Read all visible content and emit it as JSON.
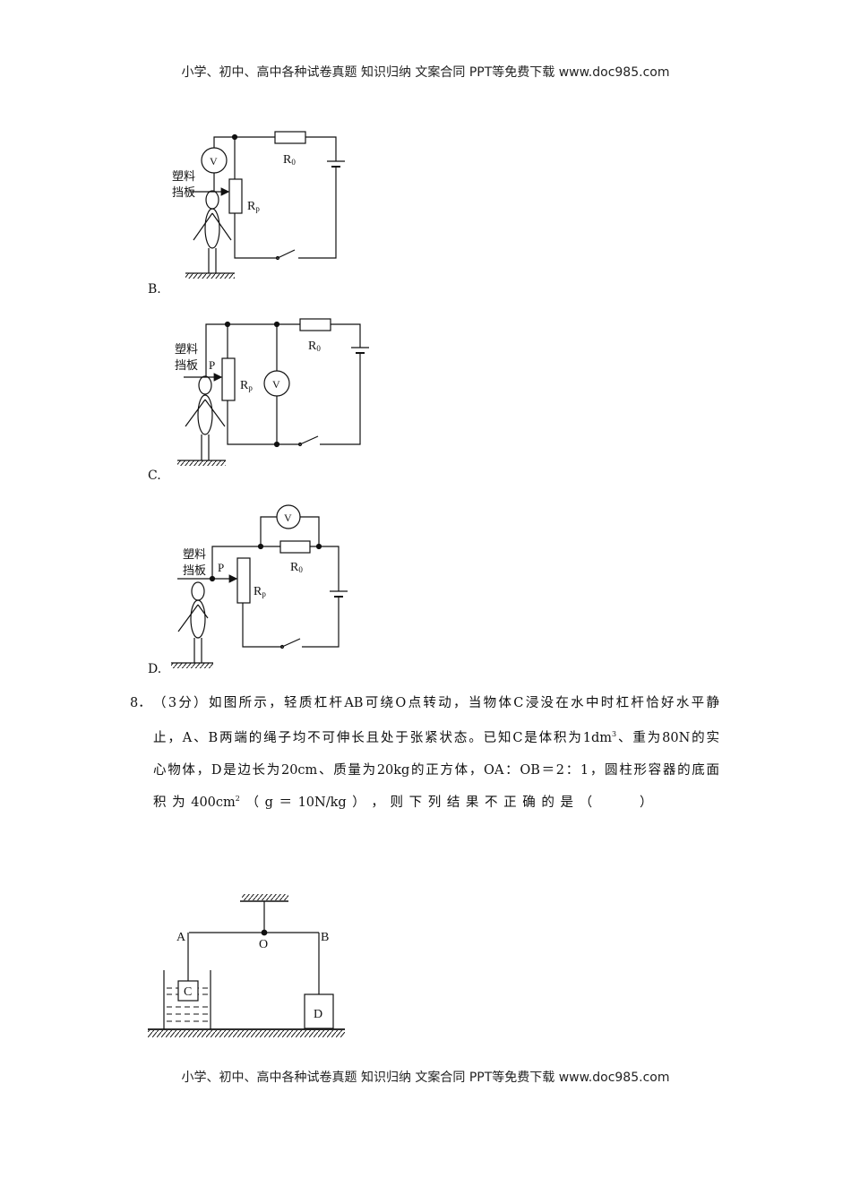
{
  "header": {
    "text": "小学、初中、高中各种试卷真题 知识归纳 文案合同 PPT等免费下载  www.doc985.com"
  },
  "footer": {
    "text": "小学、初中、高中各种试卷真题 知识归纳 文案合同 PPT等免费下载  www.doc985.com"
  },
  "options": [
    {
      "label": "B.",
      "diagram": {
        "board_label_1": "塑料",
        "board_label_2": "挡板",
        "voltmeter": "V",
        "r0": "R",
        "r0_sub": "0",
        "rp": "R",
        "rp_sub": "p"
      }
    },
    {
      "label": "C.",
      "diagram": {
        "board_label_1": "塑料",
        "board_label_2": "挡板",
        "slider": "P",
        "voltmeter": "V",
        "r0": "R",
        "r0_sub": "0",
        "rp": "R",
        "rp_sub": "p"
      }
    },
    {
      "label": "D.",
      "diagram": {
        "board_label_1": "塑料",
        "board_label_2": "挡板",
        "slider": "P",
        "voltmeter": "V",
        "r0": "R",
        "r0_sub": "0",
        "rp": "R",
        "rp_sub": "p"
      }
    }
  ],
  "question8": {
    "number": "8．",
    "line1": "（3分）如图所示，轻质杠杆AB可绕O点转动，当物体C浸没在水中时杠杆恰好水平静",
    "line2a": "止，A、B两端的绳子均不可伸长且处于张紧状态。已知C是体积为1dm",
    "line2sup": "3",
    "line2b": "、重为80N的实",
    "line3": "心物体，D是边长为20cm、质量为20kg的正方体，OA：OB＝2：1，圆柱形容器的底面",
    "line4a": "积 为 400cm",
    "line4sup": "2",
    "line4b": " （ g ＝ 10N/kg ） ， 则 下 列 结 果 不 正 确 的 是 （        ）",
    "diagram": {
      "a": "A",
      "o": "O",
      "b": "B",
      "c": "C",
      "d": "D"
    }
  }
}
